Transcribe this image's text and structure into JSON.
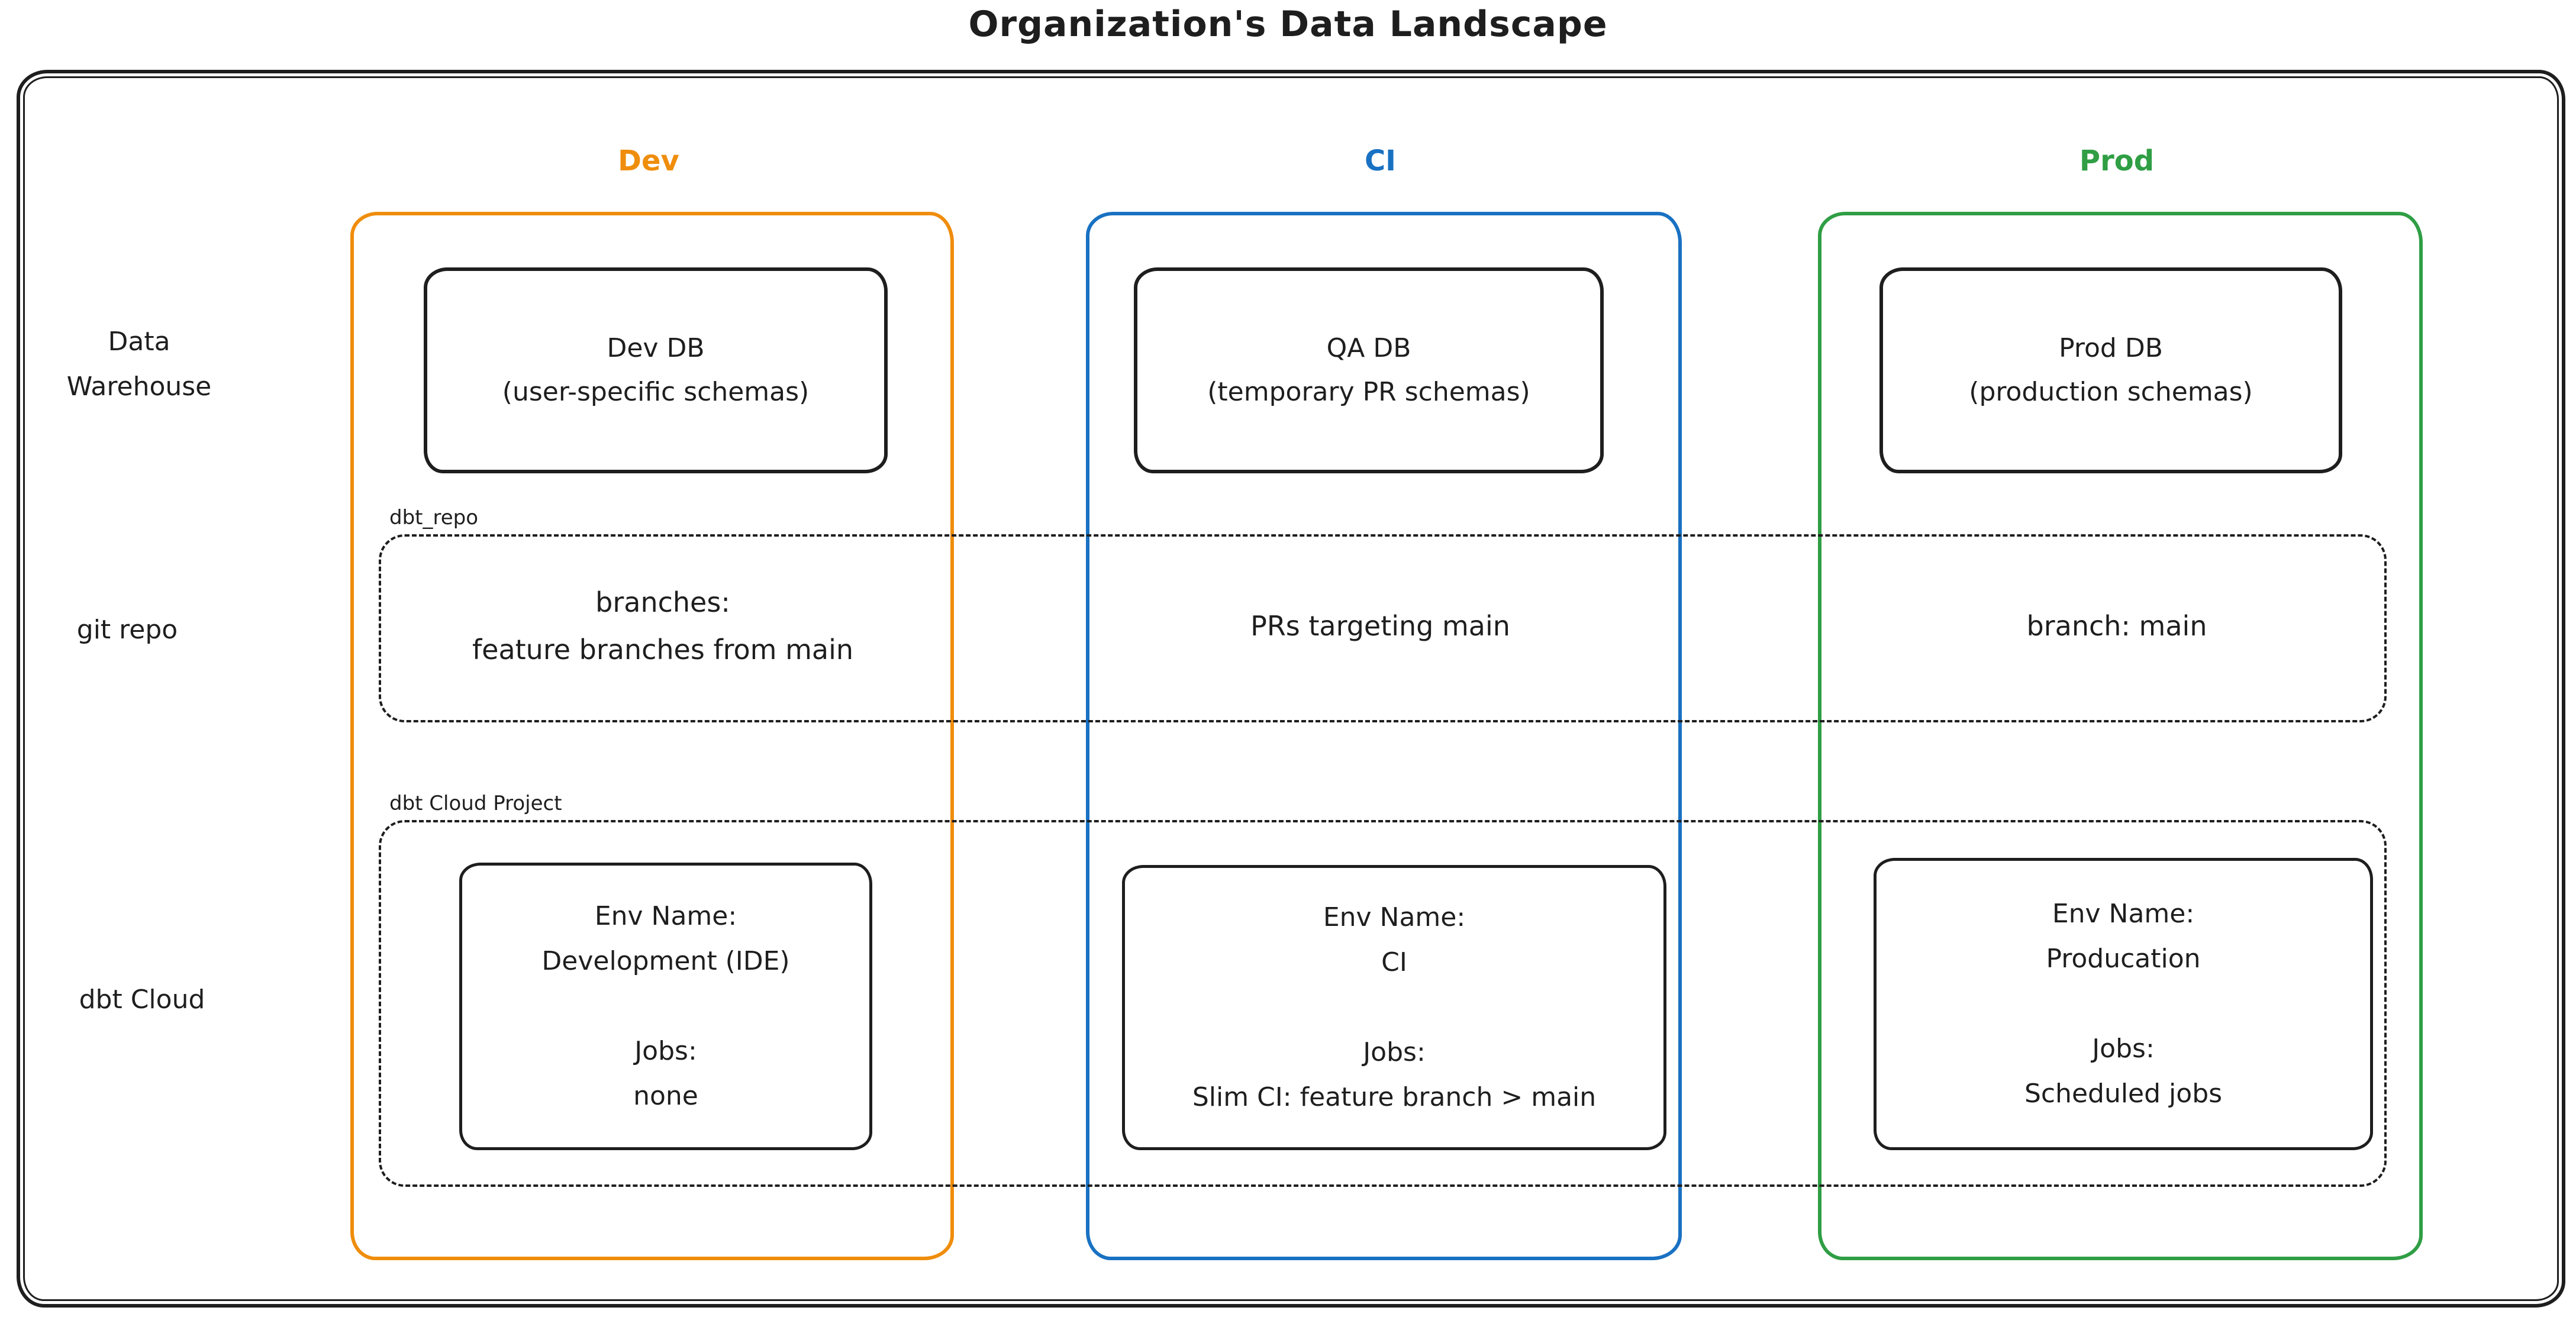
{
  "title": "Organization's Data Landscape",
  "colors": {
    "dev": "#ef8d0c",
    "ci": "#1971c2",
    "prod": "#2f9e44",
    "ink": "#1e1e1e"
  },
  "row_labels": {
    "warehouse_line1": "Data",
    "warehouse_line2": "Warehouse",
    "git_repo": "git repo",
    "dbt_cloud": "dbt Cloud"
  },
  "band_labels": {
    "git": "dbt_repo",
    "dbt": "dbt Cloud Project"
  },
  "columns": [
    {
      "header": "Dev",
      "db_line1": "Dev DB",
      "db_line2": "(user-specific schemas)",
      "git_line1": "branches:",
      "git_line2": "feature branches from main",
      "env_name_label": "Env Name:",
      "env_name": "Development (IDE)",
      "jobs_label": "Jobs:",
      "jobs_value": "none"
    },
    {
      "header": "CI",
      "db_line1": "QA DB",
      "db_line2": "(temporary PR schemas)",
      "git_line1": "PRs targeting main",
      "git_line2": "",
      "env_name_label": "Env Name:",
      "env_name": "CI",
      "jobs_label": "Jobs:",
      "jobs_value": "Slim CI: feature branch > main"
    },
    {
      "header": "Prod",
      "db_line1": "Prod DB",
      "db_line2": "(production schemas)",
      "git_line1": "branch: main",
      "git_line2": "",
      "env_name_label": "Env Name:",
      "env_name": "Producation",
      "jobs_label": "Jobs:",
      "jobs_value": "Scheduled jobs"
    }
  ]
}
